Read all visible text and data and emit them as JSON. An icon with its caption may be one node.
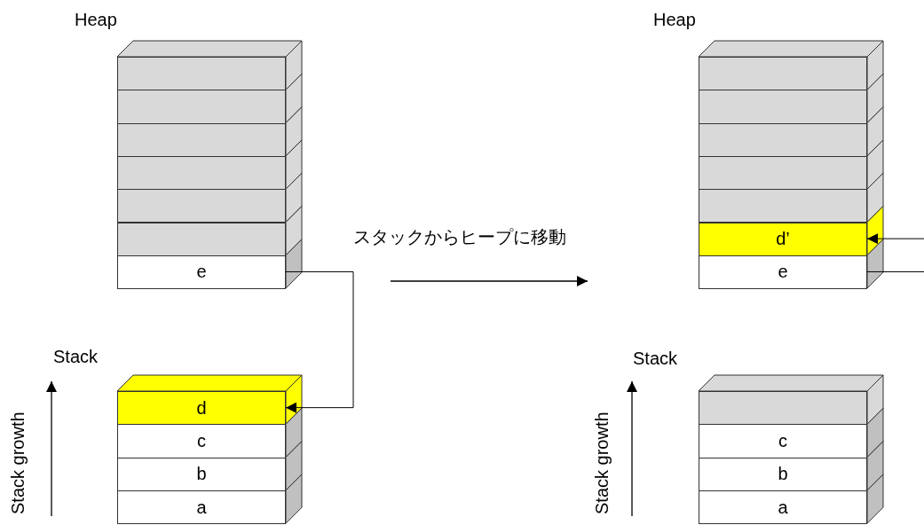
{
  "diagram": {
    "nodes": [
      {
        "text": [],
        "shape": "box"
      },
      {
        "text": [],
        "shape": "box"
      },
      {
        "text": [],
        "shape": "box"
      },
      {
        "text": [],
        "shape": "box"
      },
      {
        "text": [],
        "shape": "box"
      },
      {
        "text": [],
        "shape": "box"
      },
      {
        "text": [
          "e"
        ]
      },
      {
        "text": [
          "d"
        ]
      },
      {
        "text": [
          "c"
        ]
      },
      {
        "text": [
          "b"
        ]
      },
      {
        "text": [
          "a"
        ]
      },
      {
        "text": [],
        "shape": "box"
      },
      {
        "text": [],
        "shape": "box"
      },
      {
        "text": [],
        "shape": "box"
      },
      {
        "text": [],
        "shape": "box"
      },
      {
        "text": [],
        "shape": "box"
      },
      {
        "text": [
          "d’"
        ]
      },
      {
        "text": [
          "e"
        ]
      },
      {
        "text": [],
        "shape": "box"
      },
      {
        "text": [
          "c"
        ]
      },
      {
        "text": [
          "b"
        ]
      },
      {
        "text": [
          "a"
        ]
      }
    ],
    "edges": [
      {
        "from": 6,
        "to": 7,
        "arrow": "to"
      },
      {
        "from": null,
        "to": 16,
        "arrow": "to"
      },
      {
        "from": null,
        "to": 17,
        "arrow": "none"
      }
    ],
    "labels": [
      "Heap",
      "Heap",
      "スタックからヒープに移動",
      "Stack growth",
      "Stack",
      "Stack growth",
      "Stack"
    ]
  }
}
